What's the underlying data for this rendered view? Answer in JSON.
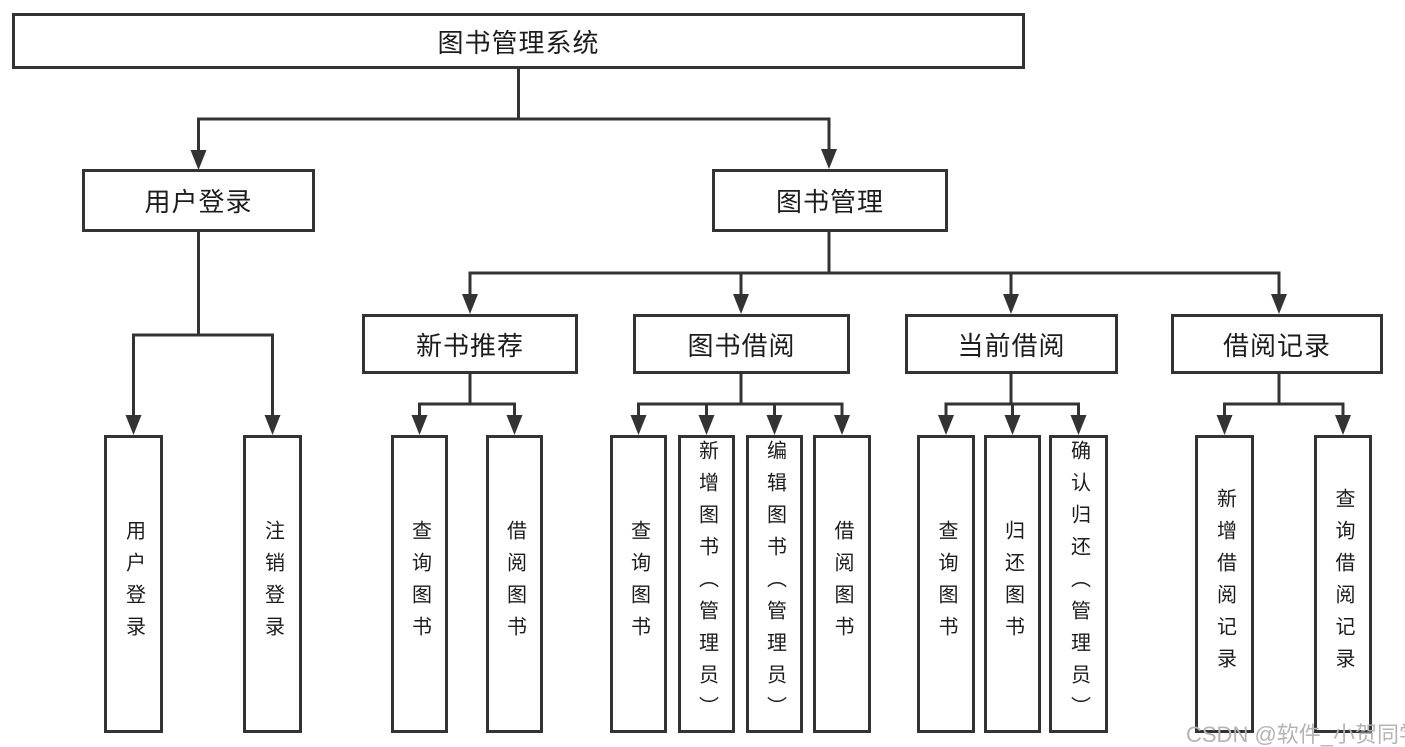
{
  "diagram": {
    "root": {
      "label": "图书管理系统"
    },
    "branches": {
      "user_login": {
        "label": "用户登录",
        "children": [
          "用户登录",
          "注销登录"
        ]
      },
      "book_mgmt": {
        "label": "图书管理"
      },
      "new_books": {
        "label": "新书推荐",
        "children": [
          "查询图书",
          "借阅图书"
        ]
      },
      "borrow": {
        "label": "图书借阅",
        "children": [
          "查询图书",
          "新增图书（管理员）",
          "编辑图书（管理员）",
          "借阅图书"
        ]
      },
      "current": {
        "label": "当前借阅",
        "children": [
          "查询图书",
          "归还图书",
          "确认归还（管理员）"
        ]
      },
      "records": {
        "label": "借阅记录",
        "children": [
          "新增借阅记录",
          "查询借阅记录"
        ]
      }
    }
  },
  "watermark": {
    "text": "CSDN @软件_小贺同学"
  },
  "colors": {
    "line": "#333333",
    "box_border": "#333333",
    "text": "#1c1c1c",
    "watermark": "#b4b4b4",
    "background": "#ffffff"
  }
}
